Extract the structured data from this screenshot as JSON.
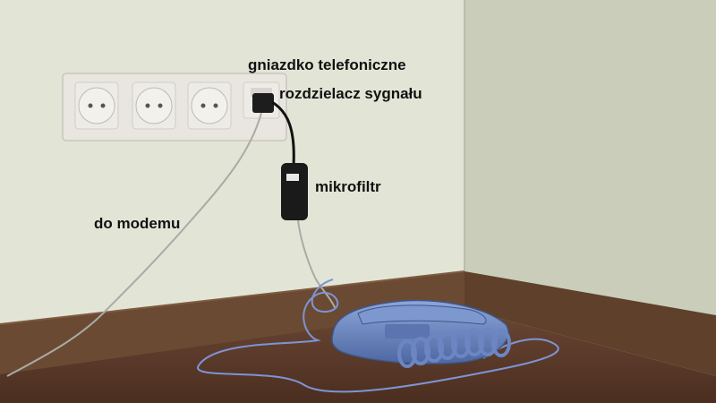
{
  "labels": {
    "phone_socket": "gniazdko telefoniczne",
    "splitter": "rozdzielacz sygnału",
    "microfilter": "mikrofiltr",
    "to_modem": "do modemu"
  },
  "colors": {
    "wall_left": "#e2e5d6",
    "wall_right": "#c9cdb9",
    "floor": "#5a3a28",
    "baseboard": "#6b4a33",
    "socket_plate": "#e8e6df",
    "phone_body": "#5f7fb8",
    "cord_blue": "#7e94d4",
    "cable_gray": "#a9aba6",
    "filter": "#1a1a1a"
  }
}
